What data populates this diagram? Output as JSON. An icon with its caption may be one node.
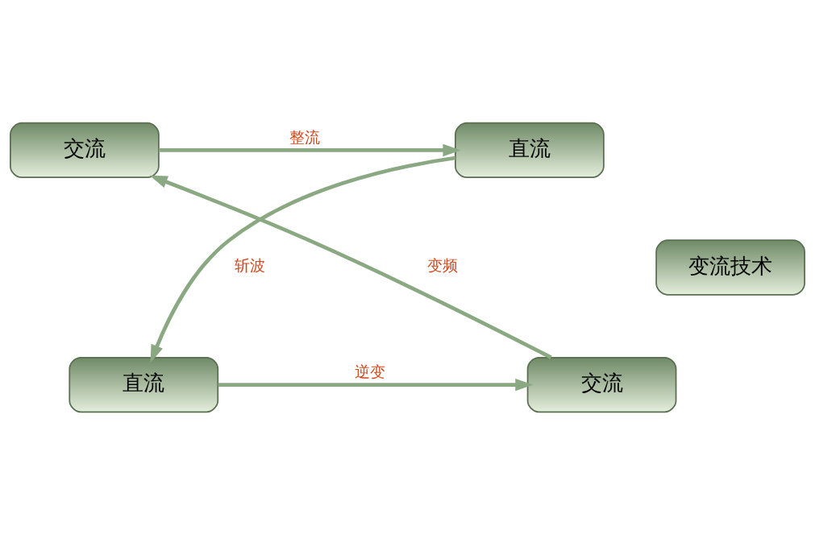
{
  "diagram": {
    "nodes": [
      {
        "text": [
          "交流"
        ]
      },
      {
        "text": [
          "直流"
        ]
      },
      {
        "text": [
          "变流技术"
        ]
      },
      {
        "text": [
          "交流"
        ]
      },
      {
        "text": [
          "直流"
        ]
      }
    ],
    "edges": [
      {
        "from": 0,
        "to": 1,
        "arrow": "to",
        "label": "整流"
      },
      {
        "from": 1,
        "to": 4,
        "arrow": "to",
        "label": "斩波"
      },
      {
        "from": 4,
        "to": 3,
        "arrow": "to",
        "label": "逆变"
      },
      {
        "from": 3,
        "to": 0,
        "arrow": "to",
        "label": "变频"
      }
    ]
  }
}
